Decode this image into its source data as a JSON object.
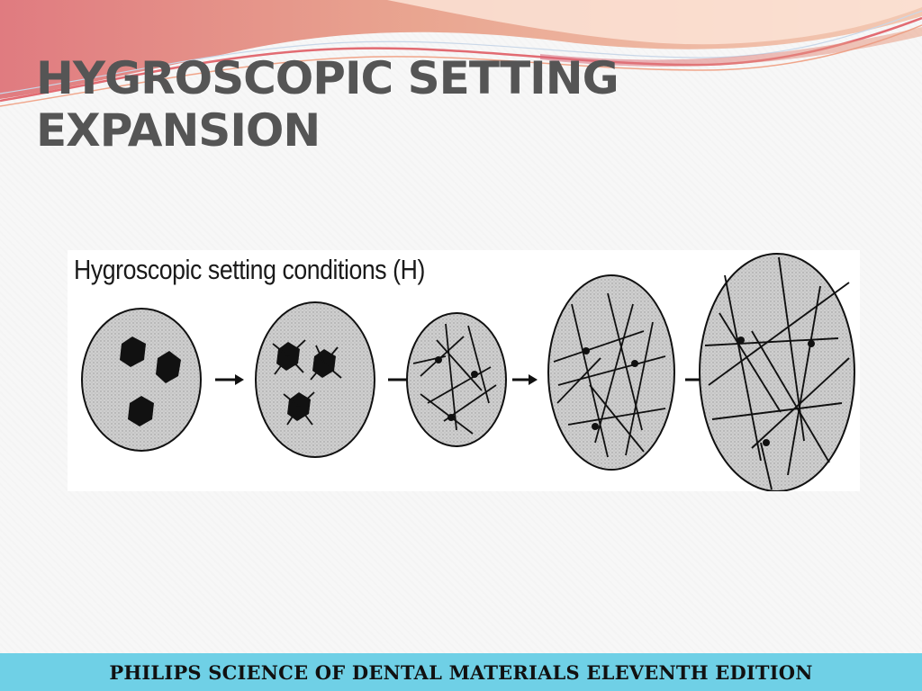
{
  "slide": {
    "title_line1": "HYGROSCOPIC SETTING",
    "title_line2": "EXPANSION"
  },
  "figure": {
    "caption": "Hygroscopic setting conditions (H)",
    "stages": 5,
    "arrows": 4
  },
  "footer": {
    "text": "PHILIPS SCIENCE OF DENTAL MATERIALS ELEVENTH EDITION"
  },
  "colors": {
    "title": "#555555",
    "footer_bar": "#6fd0e6",
    "wave_pink": "#e0787d",
    "wave_peach": "#f0b39a",
    "circle_fill": "#c8c8c8"
  }
}
